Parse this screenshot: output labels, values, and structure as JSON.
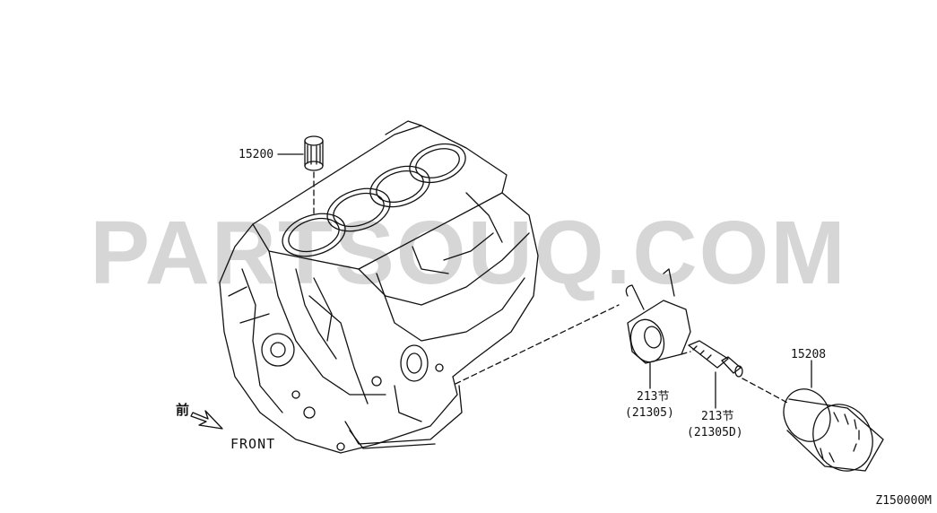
{
  "watermark": "PARTSOUQ.COM",
  "parts": [
    {
      "id": "p15200",
      "number": "15200"
    },
    {
      "id": "p21305",
      "number": "213节",
      "alt": "(21305)"
    },
    {
      "id": "p21305D",
      "number": "213节",
      "alt": "(21305D)"
    },
    {
      "id": "p15208",
      "number": "15208"
    }
  ],
  "front_indicator": {
    "kanji": "前",
    "label": "FRONT"
  },
  "diagram_ref": "Z150000M"
}
